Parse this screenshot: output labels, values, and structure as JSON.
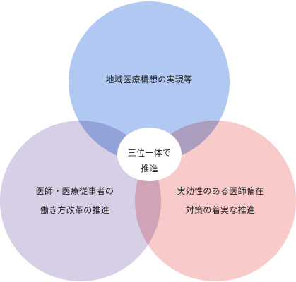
{
  "diagram": {
    "circles": [
      {
        "id": "top",
        "color": "#b0c8f2",
        "lines": [
          "地域医療構想の実現等"
        ]
      },
      {
        "id": "left",
        "color": "#d6cfe6",
        "lines": [
          "医師・医療従事者の",
          "働き方改革の推進"
        ]
      },
      {
        "id": "right",
        "color": "#f8caca",
        "lines": [
          "実効性のある医師偏在",
          "対策の着実な推進"
        ]
      }
    ],
    "center": {
      "color": "#ffffff",
      "lines": [
        "三位一体で",
        "推進"
      ]
    }
  }
}
